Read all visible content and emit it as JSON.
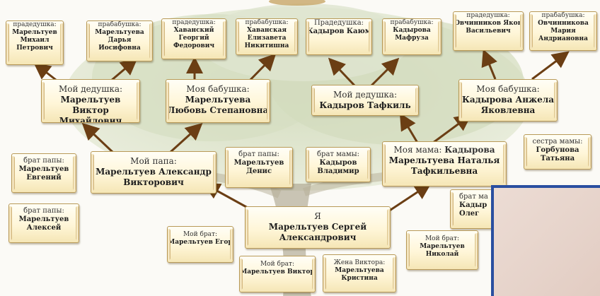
{
  "tree": {
    "great_grandparents": [
      {
        "label": "прадедушка:",
        "name": "Марельтуев Михаил Петрович"
      },
      {
        "label": "прабабушка:",
        "name": "Марельтуева Дарья Иосифовна"
      },
      {
        "label": "прадедушка:",
        "name": "Хаванский Георгий Федорович"
      },
      {
        "label": "прабабушка:",
        "name": "Хаванская Елизавета Никитишна"
      },
      {
        "label": "Прадедушка:",
        "name": "Кадыров Каюм"
      },
      {
        "label": "прабабушка:",
        "name": "Кадырова Мафруза"
      },
      {
        "label": "прадедушка:",
        "name": "Овчинников Яков Васильевич"
      },
      {
        "label": "прабабушка:",
        "name": "Овчинникова Мария Андриановна"
      }
    ],
    "grandparents": [
      {
        "label": "Мой дедушка:",
        "name": "Марельтуев Виктор Михайлович"
      },
      {
        "label": "Моя бабушка:",
        "name": "Марельтуева Любовь Степановна"
      },
      {
        "label": "Мой дедушка:",
        "name": "Кадыров Тафкиль"
      },
      {
        "label": "Моя бабушка:",
        "name": "Кадырова Анжела Яковлевна"
      }
    ],
    "father": {
      "label": "Мой папа:",
      "name": "Марельтуев Александр Викторович"
    },
    "mother": {
      "label": "Моя мама:",
      "name_inline": "Кадырова",
      "name": "Марельтуева Наталья Тафкильевна"
    },
    "uncles_father_side": [
      {
        "label": "брат папы:",
        "name": "Марельтуев Евгений"
      },
      {
        "label": "брат папы:",
        "name": "Марельтуев Алексей"
      },
      {
        "label": "брат папы:",
        "name": "Марельтуев Денис"
      }
    ],
    "uncles_mother_side": [
      {
        "label": "брат мамы:",
        "name": "Кадыров Владимир"
      },
      {
        "label": "сестра мамы:",
        "name": "Горбунова Татьяна"
      },
      {
        "label": "брат ма",
        "name": "Кадыр Олег"
      }
    ],
    "me": {
      "label": "Я",
      "name": "Марельтуев Сергей Александрович"
    },
    "siblings": [
      {
        "label": "Мой брат:",
        "name": "Марельтуев Егор"
      },
      {
        "label": "Мой брат:",
        "name": "Марельтуев Виктор"
      },
      {
        "label": "Жена Виктора:",
        "name": "Марельтуева Кристина"
      },
      {
        "label": "Мой брат:",
        "name": "Марельтуев Николай"
      }
    ]
  }
}
